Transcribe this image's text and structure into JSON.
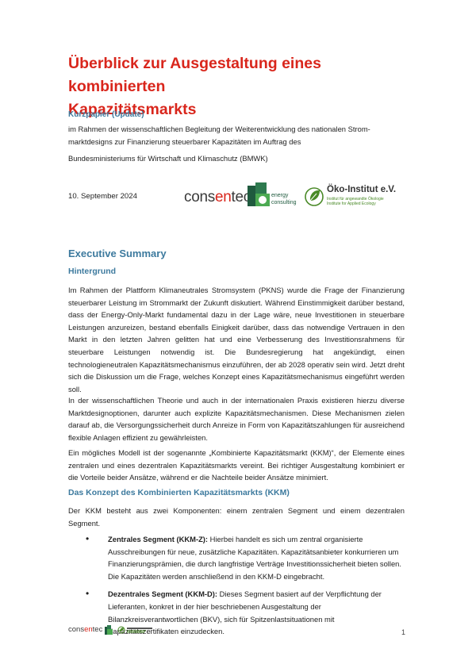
{
  "header": {
    "title_line1": "Überblick zur Ausgestaltung eines kombinierten",
    "title_line2": "Kapazitätsmarkts",
    "subtitle": "Kurzpapier (Update)",
    "intro_line1": "im Rahmen der wissenschaftlichen Begleitung der Weiterentwicklung des nationalen Strom-marktdesigns zur Finanzierung steuerbarer Kapazitäten im Auftrag des",
    "intro_line2": "Bundesministeriums für Wirtschaft und Klimaschutz (BMWK)",
    "date": "10. September 2024"
  },
  "logos": {
    "consentec_pre": "cons",
    "consentec_hl": "en",
    "consentec_post": "tec",
    "energy_line1": "energy",
    "energy_line2": "consulting",
    "oeko_name": "Öko-Institut e.V.",
    "oeko_sub1": "Institut für angewandte Ökologie",
    "oeko_sub2": "Institute for Applied Ecology",
    "colors": {
      "red": "#d9261c",
      "green": "#4a8a28",
      "teal": "#3d7a9e"
    }
  },
  "content": {
    "h_exec": "Executive Summary",
    "h_background": "Hintergrund",
    "p1": "Im Rahmen der Plattform Klimaneutrales Stromsystem (PKNS) wurde die Frage der Finanzierung steuerbarer Leistung im Strommarkt der Zukunft diskutiert. Während Einstimmigkeit darüber bestand, dass der Energy-Only-Markt fundamental dazu in der Lage wäre, neue Investitionen in steuerbare Leistungen anzureizen, bestand ebenfalls Einigkeit darüber, dass das notwendige Vertrauen in den Markt in den letzten Jahren gelitten hat und eine Verbesserung des Investitionsrahmens für steuerbare Leistungen notwendig ist. Die Bundesregierung hat angekündigt, einen technologieneutralen Kapazitätsmechanismus einzuführen, der ab 2028 operativ sein wird. Jetzt dreht sich die Diskussion um die Frage, welches Konzept eines Kapazitätsmechanismus eingeführt werden soll.",
    "p2": "In der wissenschaftlichen Theorie und auch in der internationalen Praxis existieren hierzu diverse Marktdesignoptionen, darunter auch explizite Kapazitätsmechanismen. Diese Mechanismen zielen darauf ab, die Versorgungssicherheit durch Anreize in Form von Kapazitätszahlungen für ausreichend flexible Anlagen effizient zu gewährleisten.",
    "p3": "Ein mögliches Modell ist der sogenannte „Kombinierte Kapazitätsmarkt (KKM)“, der Elemente eines zentralen und eines dezentralen Kapazitätsmarkts vereint. Bei richtiger Ausgestaltung kombiniert er die Vorteile beider Ansätze, während er die Nachteile beider Ansätze minimiert.",
    "h_concept": "Das Konzept des Kombinierten Kapazitätsmarkts (KKM)",
    "p4": "Der KKM besteht aus zwei Komponenten: einem zentralen Segment und einem dezentralen Segment.",
    "bullets": [
      {
        "label": "Zentrales Segment (KKM-Z):",
        "text": " Hierbei handelt es sich um zentral organisierte Ausschreibungen für neue, zusätzliche Kapazitäten. Kapazitätsanbieter konkurrieren um Finanzierungsprämien, die durch langfristige Verträge Investitionssicherheit bieten sollen. Die Kapazitäten werden anschließend in den KKM-D eingebracht."
      },
      {
        "label": "Dezentrales Segment (KKM-D):",
        "text": " Dieses Segment basiert auf der Verpflichtung der Lieferanten, konkret in der hier beschriebenen Ausgestaltung der Bilanzkreisverantwortlichen (BKV), sich für Spitzenlastsituationen mit Kapazitätszertifikaten einzudecken."
      }
    ]
  },
  "footer": {
    "consentec_pre": "cons",
    "consentec_hl": "en",
    "consentec_post": "tec",
    "page_number": "1"
  }
}
